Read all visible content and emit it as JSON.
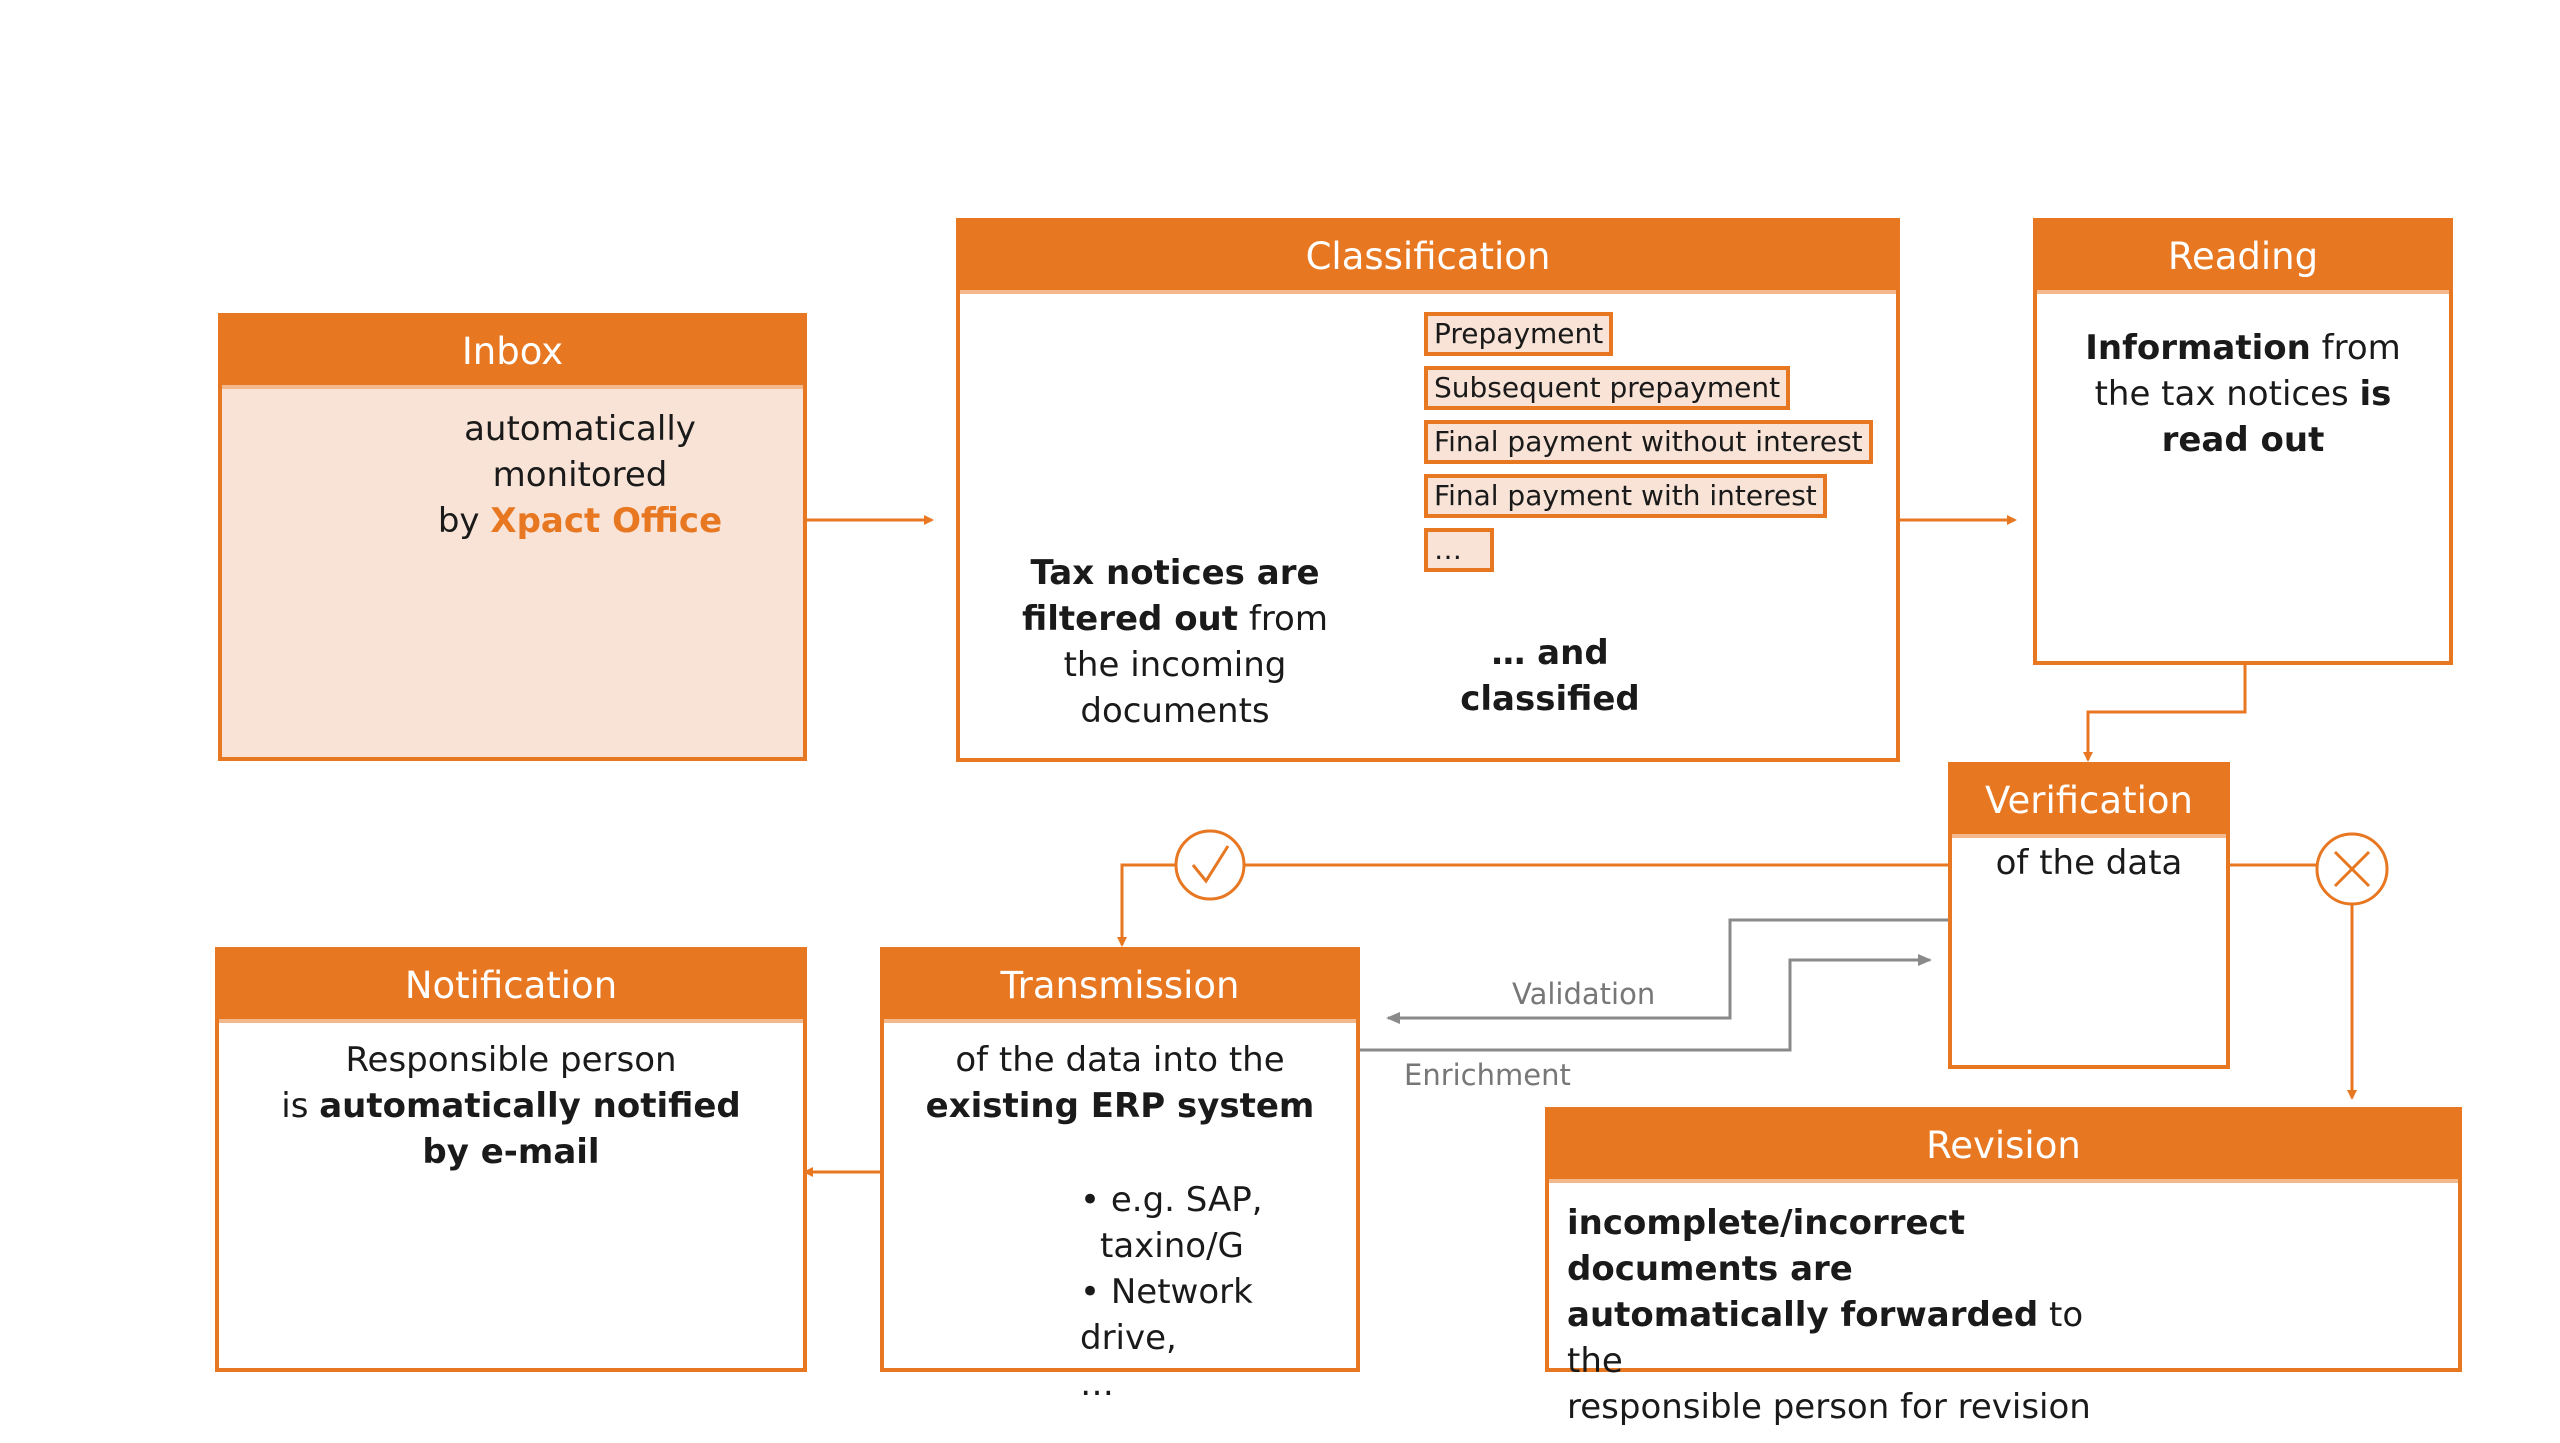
{
  "colors": {
    "accent": "#e87722",
    "tint": "#f8e3d6",
    "gray_line": "#8a8a8a"
  },
  "inbox": {
    "title": "Inbox",
    "line1": "automatically",
    "line2": "monitored",
    "by": "by",
    "product": "Xpact Office",
    "icons": [
      "gear-network-icon",
      "email-at-icon"
    ]
  },
  "classification": {
    "title": "Classification",
    "filter_b1": "Tax notices are",
    "filter_b2": "filtered out",
    "filter_n2": "from",
    "filter_n3": "the incoming",
    "filter_n4": "documents",
    "classified": "… and classified",
    "tags": [
      "Prepayment",
      "Subsequent prepayment",
      "Final payment without interest",
      "Final payment with interest",
      "…"
    ]
  },
  "reading": {
    "title": "Reading",
    "b1": "Information",
    "n1": "from",
    "n2": "the tax notices",
    "b2": "is",
    "b3": "read out"
  },
  "verification": {
    "title": "Verification",
    "subtitle": "of the data"
  },
  "flows": {
    "validation": "Validation",
    "enrichment": "Enrichment"
  },
  "transmission": {
    "title": "Transmission",
    "line1": "of the data into the",
    "line2": "existing ERP system",
    "b1": "• e.g. SAP,",
    "b2": "taxino/G",
    "b3": "• Network drive,",
    "b4": "…"
  },
  "notification": {
    "title": "Notification",
    "line1": "Responsible person",
    "pre": "is",
    "bold1": "automatically notified",
    "bold2": "by e-mail"
  },
  "revision": {
    "title": "Revision",
    "bold1": "incomplete/incorrect documents are",
    "bold2": "automatically forwarded",
    "rest2": "to the",
    "line3": "responsible person for revision"
  }
}
